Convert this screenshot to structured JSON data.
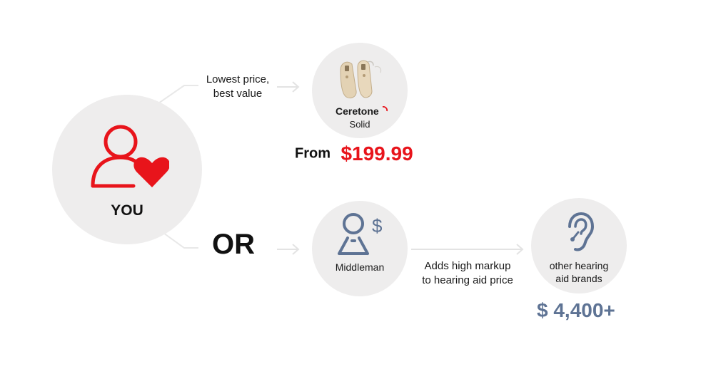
{
  "colors": {
    "red": "#e8141b",
    "slate": "#5e7394",
    "circle_bg": "#eeeded",
    "connector": "#e6e6e6",
    "text": "#111111"
  },
  "you": {
    "label": "YOU",
    "icon": "user-heart-icon"
  },
  "top_path": {
    "caption_line1": "Lowest price,",
    "caption_line2": "best value",
    "brand": "Ceretone",
    "model": "Solid",
    "price_prefix": "From",
    "price": "$199.99",
    "icon": "hearing-aids-image"
  },
  "separator": "OR",
  "bottom_path": {
    "middleman_label": "Middleman",
    "middleman_icon": "middleman-dollar-icon",
    "caption_line1": "Adds high markup",
    "caption_line2": "to hearing aid price",
    "other_label_line1": "other hearing",
    "other_label_line2": "aid brands",
    "other_icon": "ear-icon",
    "price": "$ 4,400+"
  }
}
